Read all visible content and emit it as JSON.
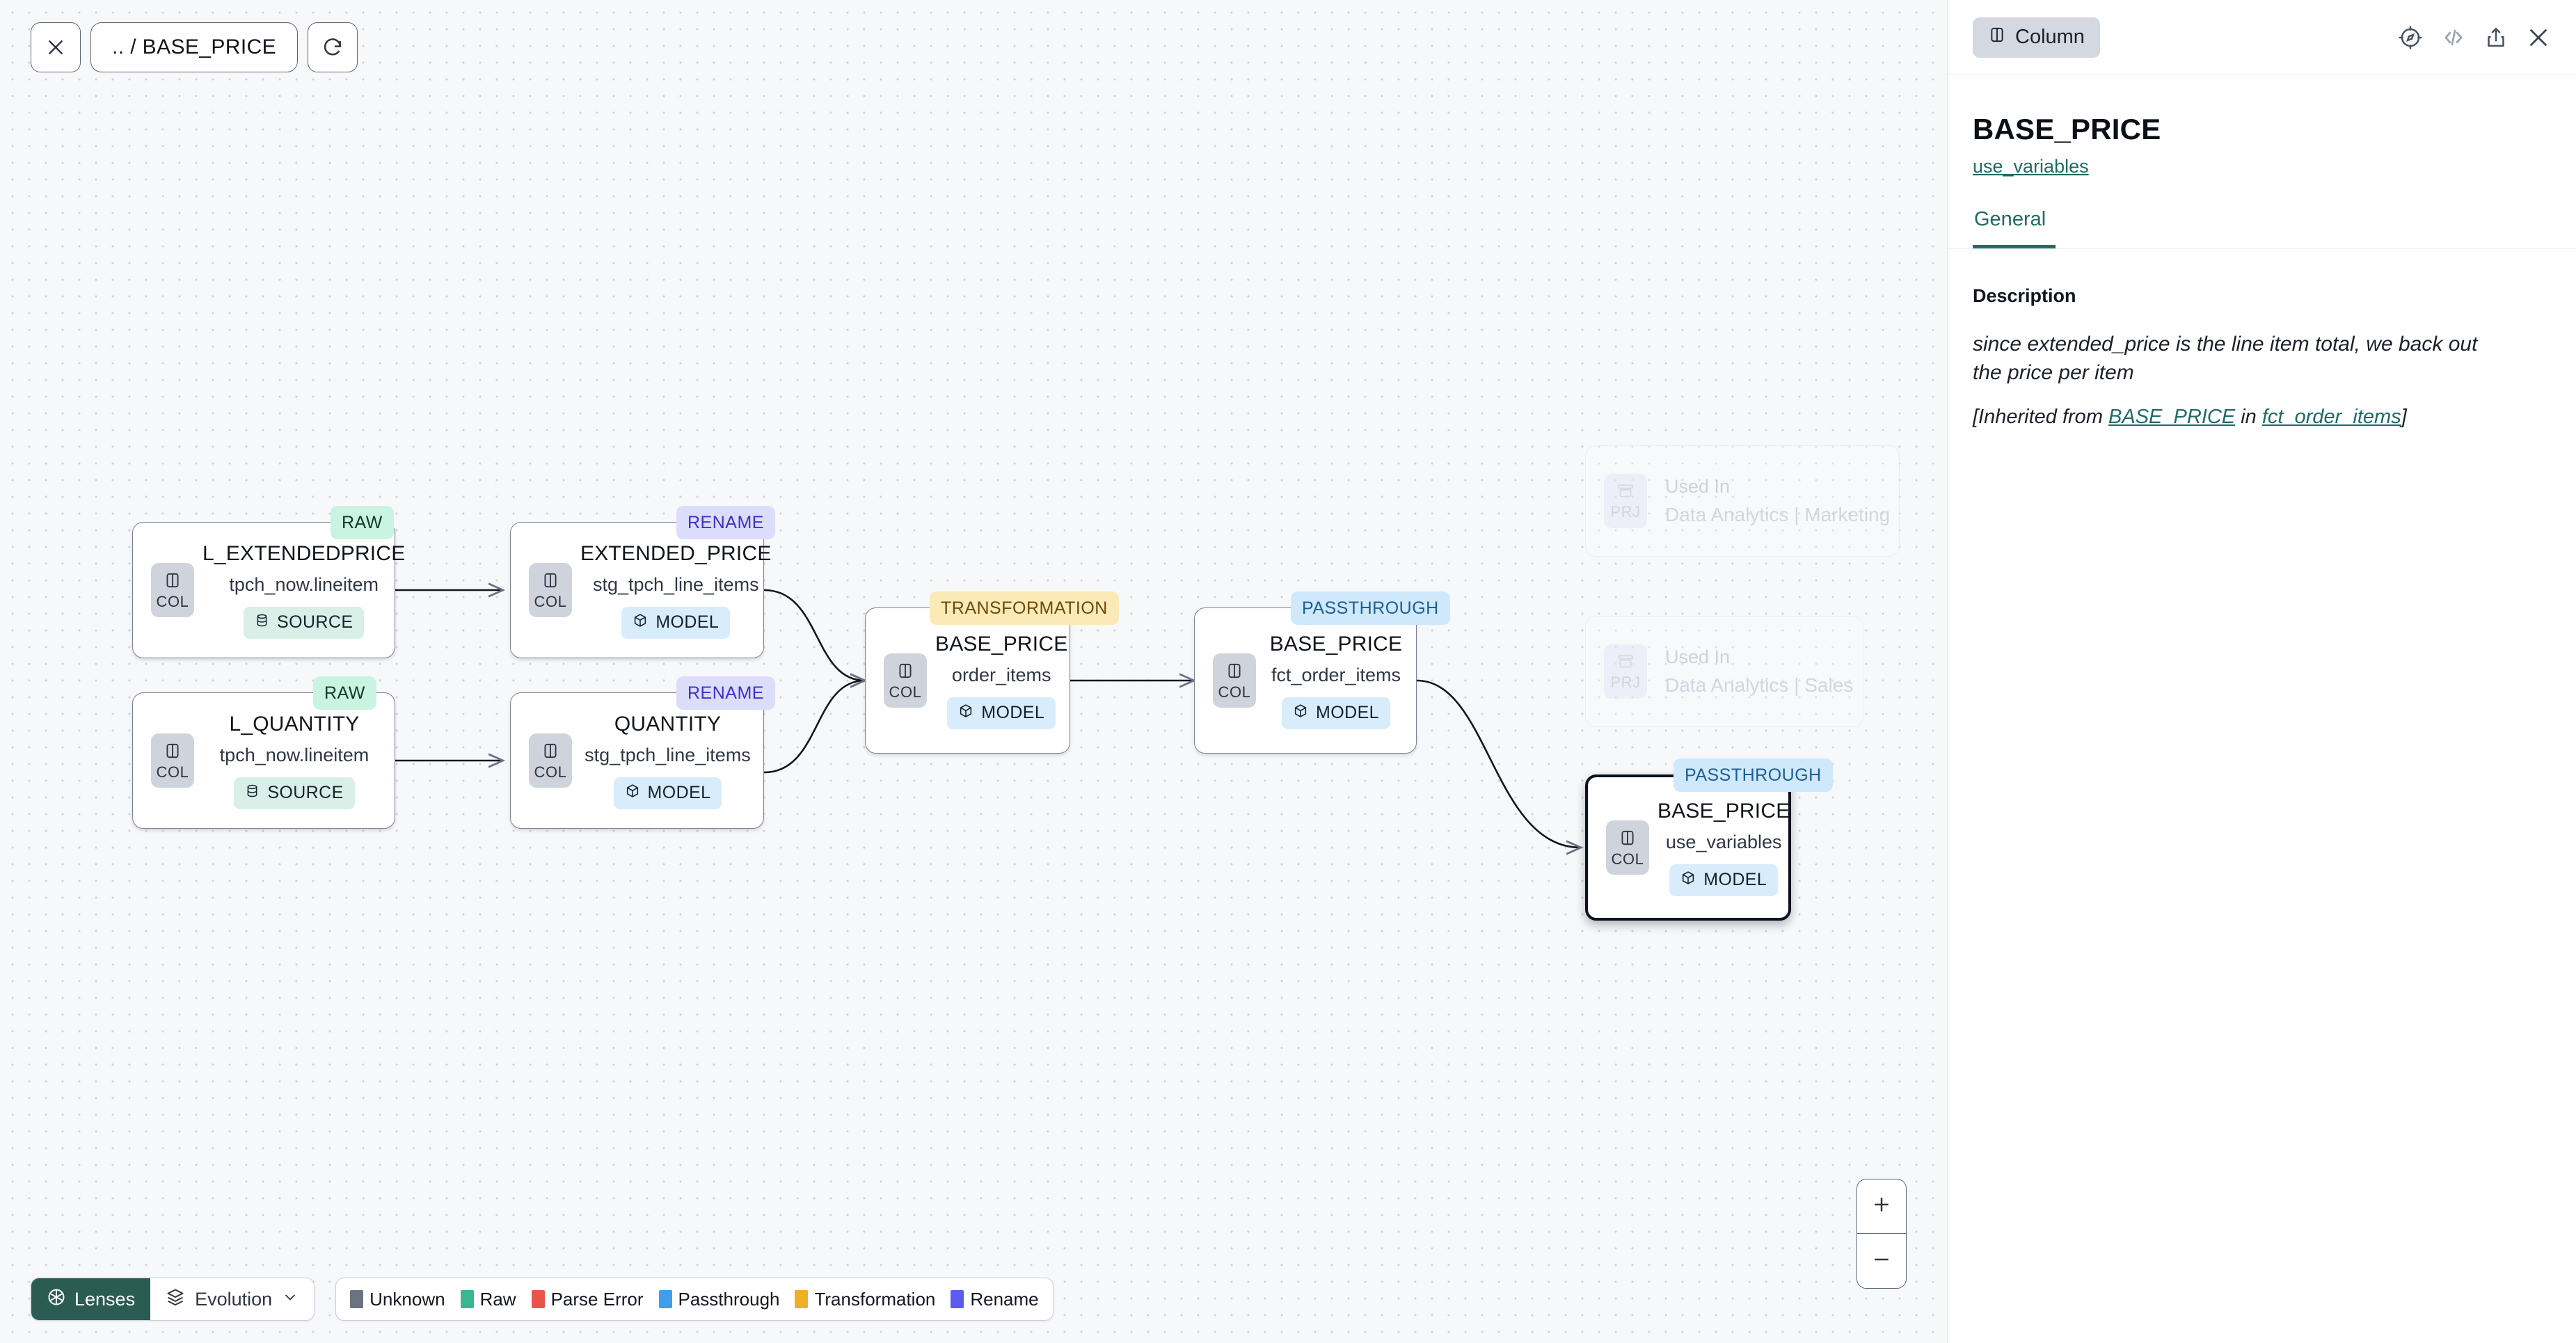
{
  "toolbar": {
    "close_icon": "close-x-icon",
    "breadcrumb": ".. / BASE_PRICE",
    "refresh_icon": "refresh-icon"
  },
  "graph": {
    "nodes": [
      {
        "id": "l_extendedprice",
        "title": "L_EXTENDEDPRICE",
        "sub": "tpch_now.lineitem",
        "kind": "SOURCE",
        "kind_class": "source",
        "chip": "COL",
        "badge": "RAW",
        "badge_class": "raw"
      },
      {
        "id": "l_quantity",
        "title": "L_QUANTITY",
        "sub": "tpch_now.lineitem",
        "kind": "SOURCE",
        "kind_class": "source",
        "chip": "COL",
        "badge": "RAW",
        "badge_class": "raw"
      },
      {
        "id": "extended_price",
        "title": "EXTENDED_PRICE",
        "sub": "stg_tpch_line_items",
        "kind": "MODEL",
        "kind_class": "model",
        "chip": "COL",
        "badge": "RENAME",
        "badge_class": "rename"
      },
      {
        "id": "quantity",
        "title": "QUANTITY",
        "sub": "stg_tpch_line_items",
        "kind": "MODEL",
        "kind_class": "model",
        "chip": "COL",
        "badge": "RENAME",
        "badge_class": "rename"
      },
      {
        "id": "base_price_order_items",
        "title": "BASE_PRICE",
        "sub": "order_items",
        "kind": "MODEL",
        "kind_class": "model",
        "chip": "COL",
        "badge": "TRANSFORMATION",
        "badge_class": "trans"
      },
      {
        "id": "base_price_fct_order_items",
        "title": "BASE_PRICE",
        "sub": "fct_order_items",
        "kind": "MODEL",
        "kind_class": "model",
        "chip": "COL",
        "badge": "PASSTHROUGH",
        "badge_class": "pass"
      },
      {
        "id": "base_price_use_variables",
        "title": "BASE_PRICE",
        "sub": "use_variables",
        "kind": "MODEL",
        "kind_class": "model",
        "chip": "COL",
        "badge": "PASSTHROUGH",
        "badge_class": "pass",
        "selected": true
      }
    ],
    "ghosts": [
      {
        "id": "used_in_marketing",
        "chip": "PRJ",
        "top": "Used In",
        "bottom": "Data Analytics | Marketing"
      },
      {
        "id": "used_in_sales",
        "chip": "PRJ",
        "top": "Used In",
        "bottom": "Data Analytics | Sales"
      }
    ]
  },
  "bottom": {
    "lenses_label": "Lenses",
    "lenses_icon": "aperture-icon",
    "evolution_label": "Evolution",
    "evolution_icon": "layers-icon",
    "chevron_icon": "chevron-down-icon",
    "legend": [
      {
        "label": "Unknown",
        "color": "#6b7280"
      },
      {
        "label": "Raw",
        "color": "#3cb593"
      },
      {
        "label": "Parse Error",
        "color": "#e8544a"
      },
      {
        "label": "Passthrough",
        "color": "#3f9fe8"
      },
      {
        "label": "Transformation",
        "color": "#eeb024"
      },
      {
        "label": "Rename",
        "color": "#5b5bf0"
      }
    ]
  },
  "zoom_controls": {
    "zoom_in": "+",
    "zoom_out": "−"
  },
  "panel": {
    "type_pill": "Column",
    "type_pill_icon": "column-icon",
    "icons": [
      "compass-icon",
      "code-icon",
      "share-icon",
      "close-icon"
    ],
    "title": "BASE_PRICE",
    "subtitle_link": "use_variables",
    "tabs": [
      {
        "label": "General",
        "active": true
      }
    ],
    "description_label": "Description",
    "description": "since extended_price is the line item total, we back out the price per item",
    "inherited_prefix": "[Inherited from ",
    "inherited_column": "BASE_PRICE",
    "inherited_mid": " in ",
    "inherited_model": "fct_order_items",
    "inherited_suffix": "]"
  }
}
